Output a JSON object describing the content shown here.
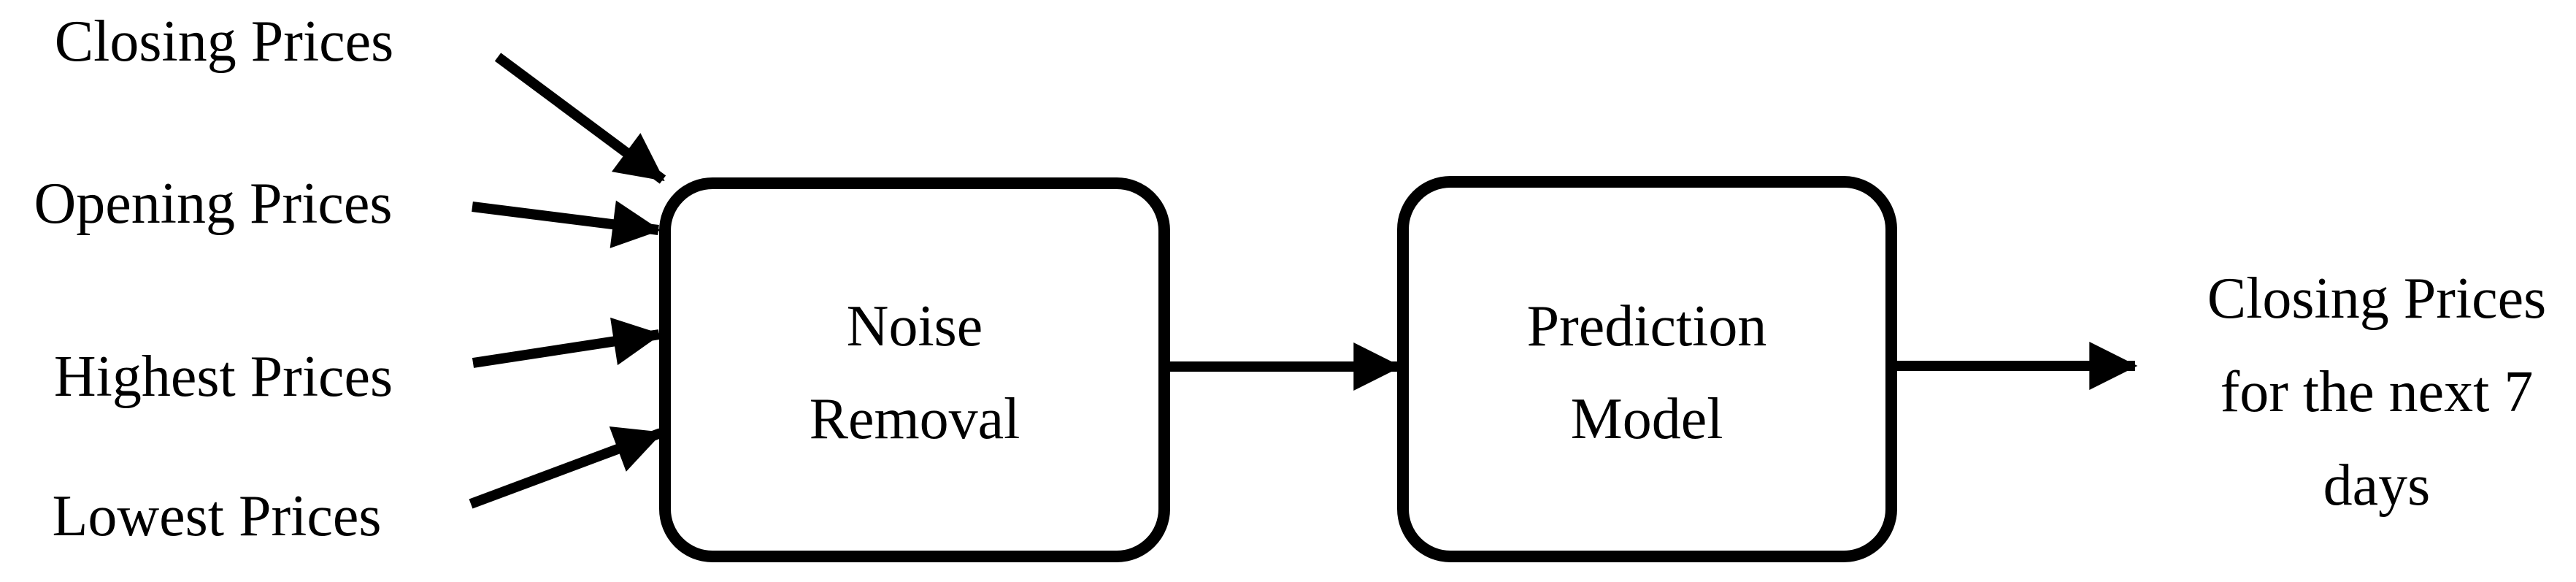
{
  "colors": {
    "line": "#000000",
    "text": "#000000",
    "background": "#ffffff"
  },
  "inputs": [
    {
      "label": "Closing Prices"
    },
    {
      "label": "Opening Prices"
    },
    {
      "label": "Highest Prices"
    },
    {
      "label": "Lowest Prices"
    }
  ],
  "nodes": [
    {
      "line1": "Noise",
      "line2": "Removal"
    },
    {
      "line1": "Prediction",
      "line2": "Model"
    }
  ],
  "output": {
    "line1": "Closing Prices",
    "line2": "for the next 7",
    "line3": "days"
  }
}
